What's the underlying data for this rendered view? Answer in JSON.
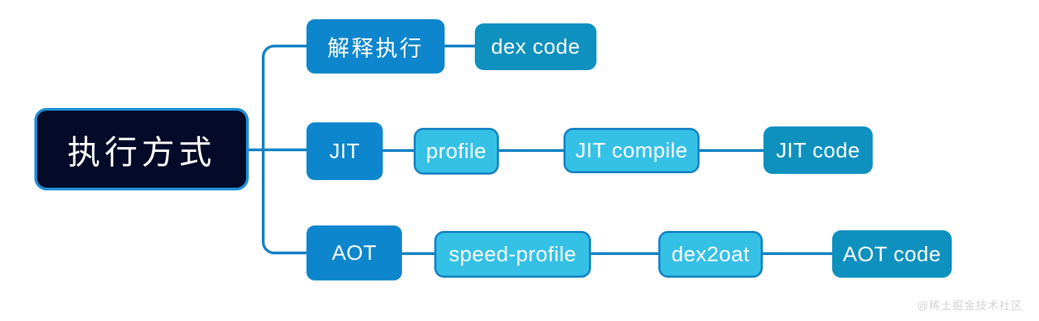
{
  "diagram": {
    "title": "执行方式",
    "root": {
      "label": "执行方式"
    },
    "branches": [
      {
        "id": "interpret",
        "label": "解释执行",
        "chain": [
          {
            "id": "dex-code",
            "label": "dex code",
            "style": "terminal"
          }
        ]
      },
      {
        "id": "jit",
        "label": "JIT",
        "chain": [
          {
            "id": "profile",
            "label": "profile",
            "style": "chip"
          },
          {
            "id": "jit-compile",
            "label": "JIT compile",
            "style": "chip"
          },
          {
            "id": "jit-code",
            "label": "JIT code",
            "style": "terminal"
          }
        ]
      },
      {
        "id": "aot",
        "label": "AOT",
        "chain": [
          {
            "id": "speed-profile",
            "label": "speed-profile",
            "style": "chip"
          },
          {
            "id": "dex2oat",
            "label": "dex2oat",
            "style": "chip"
          },
          {
            "id": "aot-code",
            "label": "AOT code",
            "style": "terminal"
          }
        ]
      }
    ]
  },
  "watermark": {
    "text": "@稀土掘金技术社区"
  },
  "colors": {
    "background": "#ffffff",
    "root_fill": "#050a28",
    "root_border": "#1f8fd6",
    "primary_blue": "#0d86cd",
    "chip_fill": "#35c1e5",
    "chip_border": "#1482c4",
    "terminal_fill": "#0e91bf",
    "connector": "#1482c4",
    "node_text": "#ffffff",
    "watermark_text": "#d3d3d3"
  }
}
